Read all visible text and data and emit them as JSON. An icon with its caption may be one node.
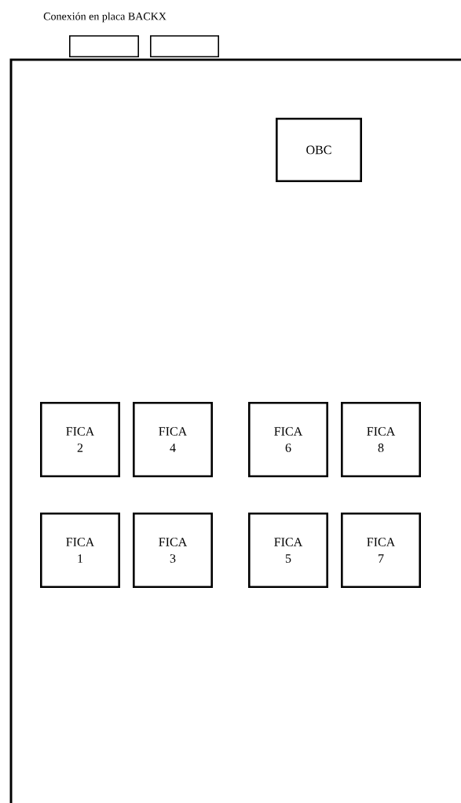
{
  "diagram": {
    "nodes": [
      {
        "text": [],
        "shape": "box"
      },
      {
        "text": [],
        "shape": "box"
      },
      {
        "text": [],
        "shape": "box"
      },
      {
        "text": [
          "OBC"
        ],
        "in": 0
      },
      {
        "text": [
          "FICA 2"
        ],
        "in": 0
      },
      {
        "text": [
          "FICA 4"
        ],
        "in": 0
      },
      {
        "text": [
          "FICA 6"
        ],
        "in": 0
      },
      {
        "text": [
          "FICA 8"
        ],
        "in": 0
      },
      {
        "text": [
          "FICA 1"
        ],
        "in": 0
      },
      {
        "text": [
          "FICA 3"
        ],
        "in": 0
      },
      {
        "text": [
          "FICA 5"
        ],
        "in": 0
      },
      {
        "text": [
          "FICA 7"
        ],
        "in": 0
      }
    ],
    "labels": [
      "Conexión en placa BACKX"
    ]
  }
}
